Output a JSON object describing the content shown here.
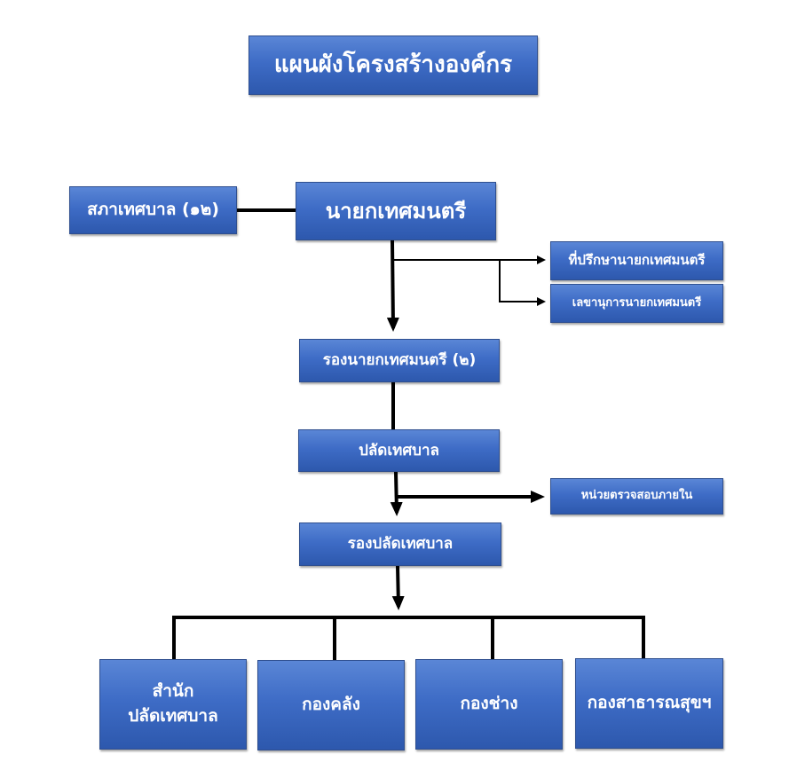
{
  "title": "แผนผังโครงสร้างองค์กร",
  "nodes": {
    "council": "สภาเทศบาล (๑๒)",
    "mayor": "นายกเทศมนตรี",
    "advisor": "ที่ปรึกษานายกเทศมนตรี",
    "secretary": "เลขานุการนายกเทศมนตรี",
    "deputy_mayor": "รองนายกเทศมนตรี (๒)",
    "clerk": "ปลัดเทศบาล",
    "audit": "หน่วยตรวจสอบภายใน",
    "deputy_clerk": "รองปลัดเทศบาล",
    "office_clerk": "สำนัก\nปลัดเทศบาล",
    "finance": "กองคลัง",
    "engineering": "กองช่าง",
    "public_health": "กองสาธารณสุขฯ"
  },
  "colors": {
    "box_fill": "#3e6cc6",
    "box_text": "#ffffff",
    "connector": "#000000"
  }
}
